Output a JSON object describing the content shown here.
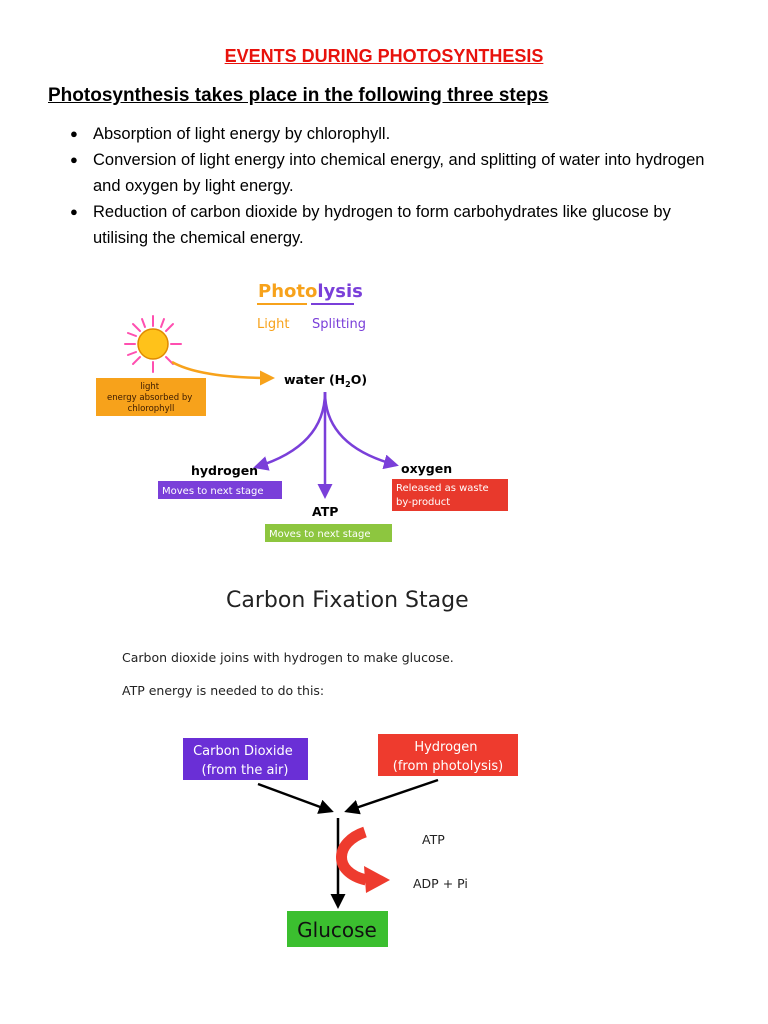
{
  "document": {
    "title": "EVENTS DURING PHOTOSYNTHESIS",
    "subtitle": "Photosynthesis takes place in the following three steps",
    "bullets": [
      "Absorption of light energy by chlorophyll.",
      "Conversion of light energy into chemical energy, and splitting of water into hydrogen and oxygen by light energy.",
      "Reduction of carbon dioxide by hydrogen to form carbohydrates like glucose by utilising the chemical energy."
    ]
  },
  "photolysis": {
    "heading_part1": "Photo",
    "heading_part2": "lysis",
    "sub_light": "Light",
    "sub_splitting": "Splitting",
    "light_box_lines": [
      "light",
      "energy absorbed by",
      "chlorophyll"
    ],
    "water_prefix": "water (H",
    "water_sub": "2",
    "water_suffix": "O)",
    "hydrogen": "hydrogen",
    "hydrogen_box": "Moves to next stage",
    "oxygen": "oxygen",
    "oxygen_box_lines": [
      "Released as waste",
      "by-product"
    ],
    "atp": "ATP",
    "atp_box": "Moves to next stage",
    "colors": {
      "orange": "#f7a21b",
      "purple": "#7a3fd9",
      "red": "#e8392c",
      "green": "#8dc63f"
    }
  },
  "carbon_fixation": {
    "title": "Carbon Fixation Stage",
    "line1": "Carbon dioxide joins with hydrogen to make glucose.",
    "line2": "ATP energy is needed to do this:",
    "co2_box_lines": [
      "Carbon Dioxide",
      "(from the air)"
    ],
    "h_box_lines": [
      "Hydrogen",
      "(from photolysis)"
    ],
    "atp": "ATP",
    "adp": "ADP + Pi",
    "glucose": "Glucose",
    "colors": {
      "purple": "#6a2fd6",
      "red": "#ee3b2e",
      "green": "#3bbf2f"
    }
  }
}
